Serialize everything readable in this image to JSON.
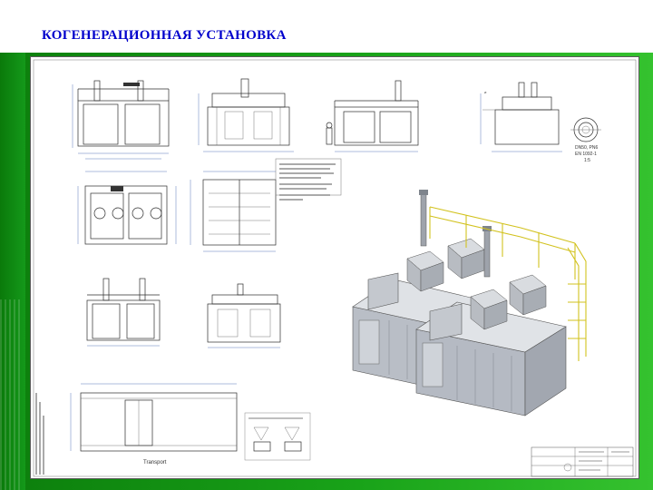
{
  "slide": {
    "title": "КОГЕНЕРАЦИОННАЯ УСТАНОВКА"
  },
  "drawing": {
    "standard_box": [
      "DN50, PN6",
      "EN 1092-1",
      "1:5"
    ],
    "transport_label": "Transport",
    "colors": {
      "title": "#0000cc",
      "background_green": "#1a9a1a",
      "sheet": "#ffffff",
      "line": "#2d2d2d",
      "container_wall": "#c9cdd3",
      "rail_yellow": "#d2c21e"
    }
  }
}
